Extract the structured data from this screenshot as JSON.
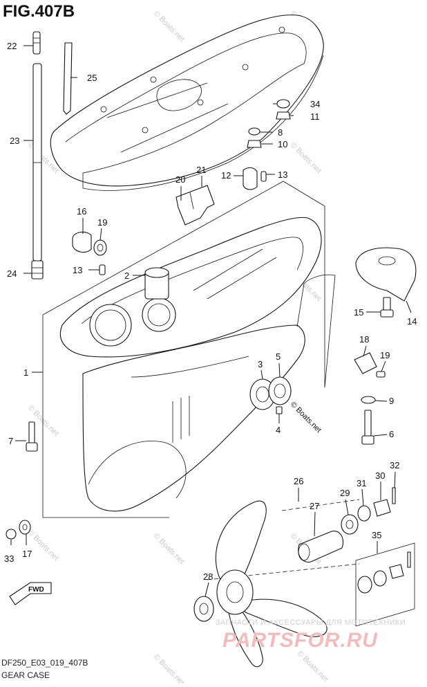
{
  "figure": {
    "title": "FIG.407B",
    "code": "DF250_E03_019_407B",
    "name": "GEAR CASE"
  },
  "watermarks": {
    "site": "© Boats.net",
    "ad_small": "ЗАПЧАСТИ И АКСЕССУАРЫ ДЛЯ МОТОТЕХНИКИ",
    "ad_big": "PARTSFOR.RU"
  },
  "direction_badge": "FWD",
  "callouts": [
    "1",
    "2",
    "3",
    "4",
    "5",
    "6",
    "7",
    "8",
    "9",
    "10",
    "11",
    "12",
    "13",
    "13",
    "14",
    "15",
    "16",
    "17",
    "17",
    "18",
    "19",
    "20",
    "21",
    "22",
    "23",
    "24",
    "25",
    "26",
    "27",
    "28",
    "29",
    "30",
    "31",
    "32",
    "33",
    "34",
    "35"
  ]
}
